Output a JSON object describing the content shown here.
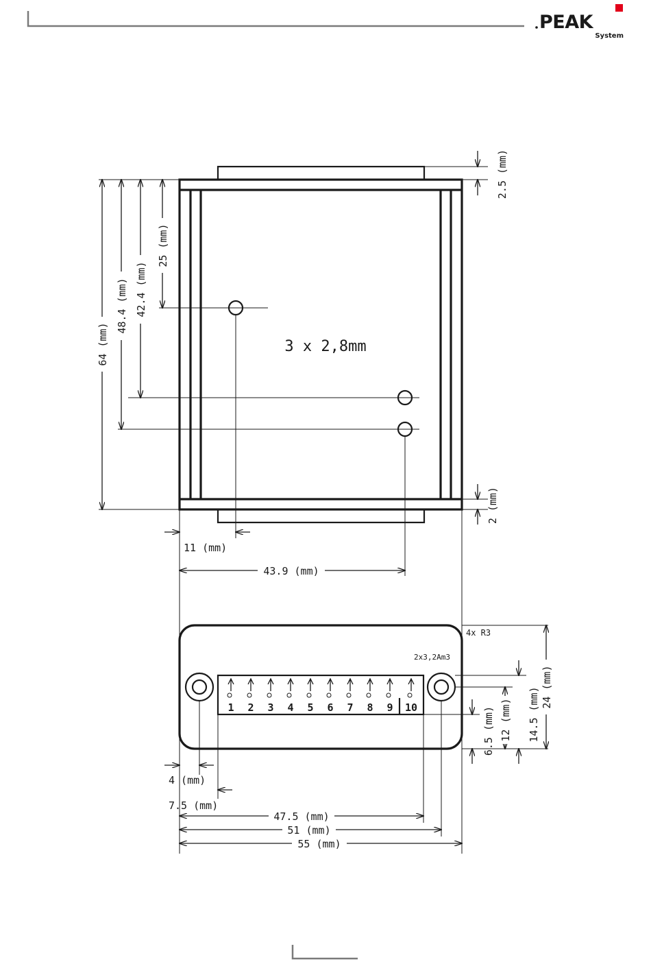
{
  "logo": {
    "brand": "PEAK",
    "sub": "System",
    "accent_color": "#e2001a"
  },
  "top_view": {
    "hole_label": "3 x 2,8mm",
    "dims": {
      "d64": "64 (mm)",
      "d48": "48.4 (mm)",
      "d42": "42.4 (mm)",
      "d25": "25 (mm)",
      "d25r": "2.5 (mm)",
      "d2r": "2 (mm)",
      "d11": "11 (mm)",
      "d439": "43.9 (mm)"
    }
  },
  "front_view": {
    "radius_label": "4x R3",
    "screw_label": "2x3,2Am3",
    "pins": [
      "1",
      "2",
      "3",
      "4",
      "5",
      "6",
      "7",
      "8",
      "9",
      "10"
    ],
    "dims": {
      "d4": "4 (mm)",
      "d75": "7.5 (mm)",
      "d475": "47.5 (mm)",
      "d51": "51 (mm)",
      "d55": "55 (mm)",
      "d24": "24 (mm)",
      "d145": "14.5 (mm)",
      "d12": "12 (mm)",
      "d65": "6.5 (mm)"
    }
  }
}
